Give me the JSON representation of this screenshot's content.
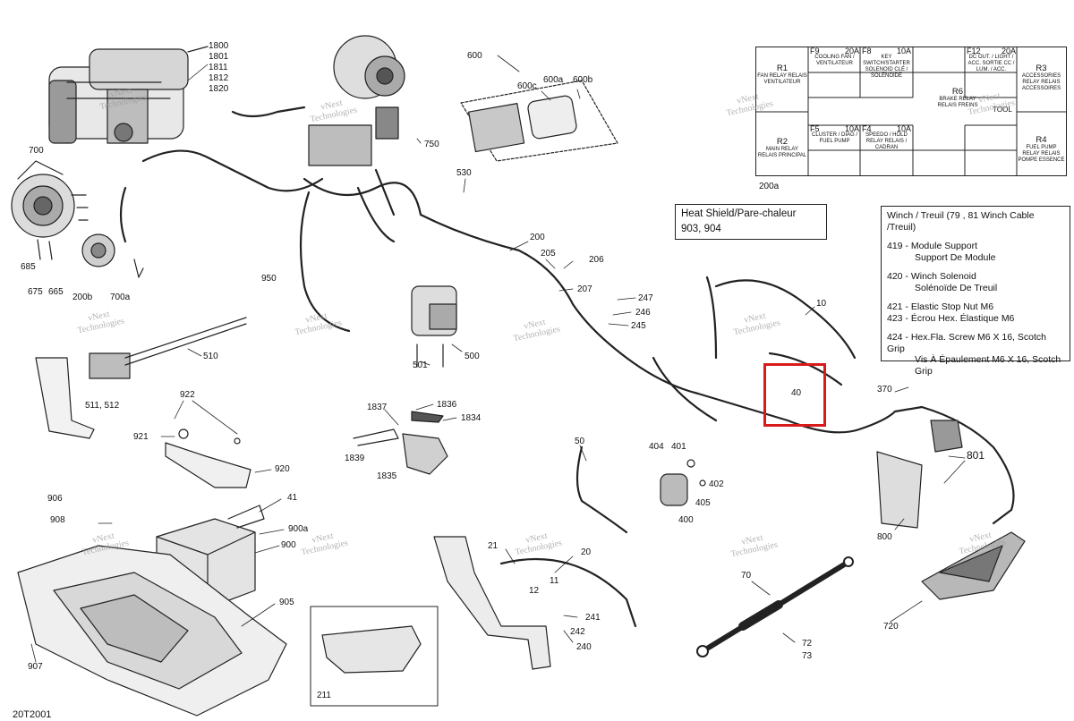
{
  "labels": {
    "l1800": "1800",
    "l1801": "1801",
    "l1811": "1811",
    "l1812": "1812",
    "l1820": "1820",
    "l600": "600",
    "l600a": "600a",
    "l600b": "600b",
    "l600c": "600c",
    "l700": "700",
    "l685": "685",
    "l675": "675",
    "l665": "665",
    "l200b": "200b",
    "l700a": "700a",
    "l750": "750",
    "l530": "530",
    "l200": "200",
    "l950": "950",
    "l205": "205",
    "l206": "206",
    "l207": "207",
    "l247": "247",
    "l246": "246",
    "l245": "245",
    "l10": "10",
    "l510": "510",
    "l500": "500",
    "l501": "501",
    "l511": "511, 512",
    "l922": "922",
    "l921": "921",
    "l920": "920",
    "l1837": "1837",
    "l1836": "1836",
    "l1834": "1834",
    "l1839": "1839",
    "l1835": "1835",
    "l40": "40",
    "l370": "370",
    "l50": "50",
    "l404": "404",
    "l401": "401",
    "l402": "402",
    "l405": "405",
    "l400": "400",
    "l801": "801",
    "l800": "800",
    "l906": "906",
    "l908": "908",
    "l41": "41",
    "l900a": "900a",
    "l900": "900",
    "l21": "21",
    "l20": "20",
    "l70": "70",
    "l12": "12",
    "l11": "11",
    "l241": "241",
    "l242": "242",
    "l240": "240",
    "l905": "905",
    "l907": "907",
    "l211": "211",
    "l72": "72",
    "l73": "73",
    "l720": "720",
    "l200a": "200a",
    "code": "20T2001"
  },
  "heat_shield": {
    "line1": "Heat Shield/Pare-chaleur",
    "line2": "903, 904"
  },
  "winch": {
    "title": "Winch / Treuil (79 , 81 Winch Cable /Treuil)",
    "l1": "419 - Module Support",
    "l1b": "Support De Module",
    "l2": "420 - Winch Solenoid",
    "l2b": "Solénoïde De Treuil",
    "l3": "421 - Elastic Stop Nut M6",
    "l4": "423 -  Écrou Hex. Élastique M6",
    "l5": "424 - Hex.Fla. Screw M6 X 16, Scotch Grip",
    "l5b": "Vis À Épaulement M6 X 16, Scotch Grip"
  },
  "fuse": {
    "F9": "F9",
    "F9a": "20A",
    "F9t": "COOLING FAN / VENTILATEUR",
    "F8": "F8",
    "F8a": "10A",
    "F8t": "KEY SWITCH/STARTER SOLENOID CLÉ / SOLÉNOÏDE",
    "F12": "F12",
    "F12a": "20A",
    "F12t": "DC OUT. / LIGHT / ACC. SORTIE CC / LUM. / ACC.",
    "R1": "R1",
    "R1t": "FAN RELAY RELAIS VENTILATEUR",
    "R3": "R3",
    "R3t": "ACCESSORIES RELAY RELAIS ACCESSOIRES",
    "R6": "R6",
    "R6t": "BRAKE RELAY RELAIS FREINS",
    "tool": "TOOL",
    "F5": "F5",
    "F5a": "10A",
    "F5t": "CLUSTER / DIAG / FUEL PUMP",
    "F4": "F4",
    "F4a": "10A",
    "F4t": "SPEEDO / HOLD RELAY RELAIS / CADRAN",
    "R2": "R2",
    "R2t": "MAIN RELAY RELAIS PRINCIPAL",
    "R4": "R4",
    "R4t": "FUEL PUMP RELAY RELAIS POMPE ESSENCE"
  },
  "watermark": {
    "a": "vNext",
    "b": "Technologies"
  },
  "highlight_color": "#d71a1a"
}
